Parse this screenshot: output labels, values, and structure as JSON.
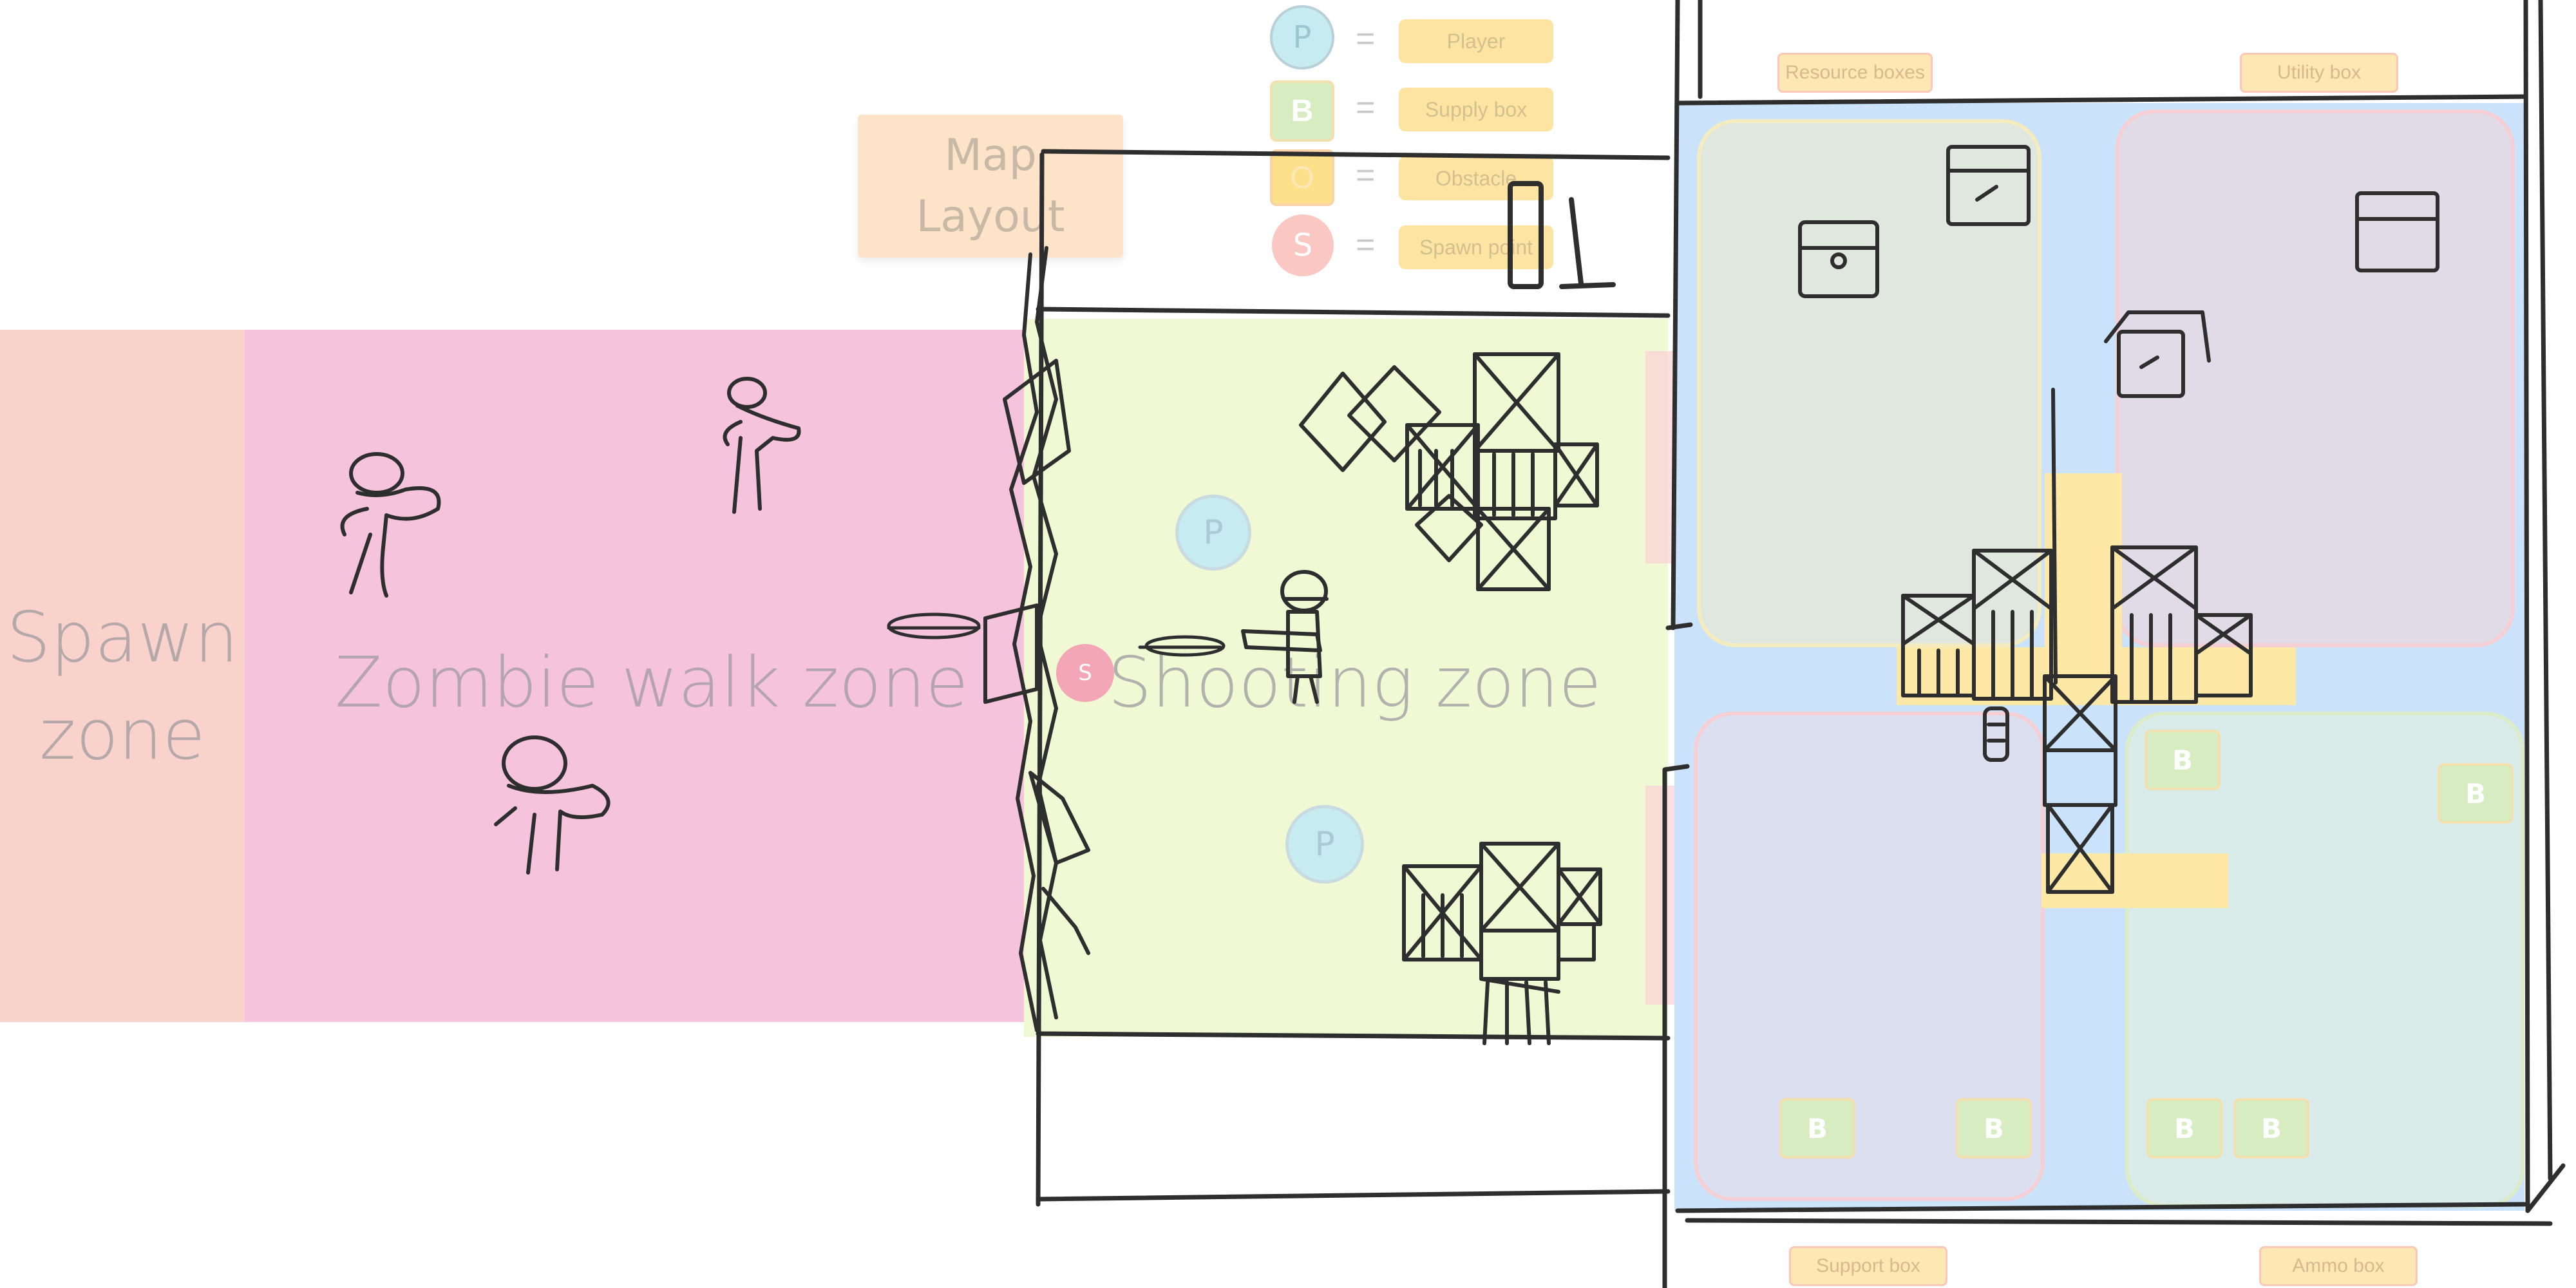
{
  "colors": {
    "spawn_zone": "#f8d2cb",
    "walk_zone": "#f5c3dc",
    "shooting_zone": "#f1f8d4",
    "storage_bg": "#cbe2fb",
    "sticky": "#fde4a2",
    "player": "#c6ecf2",
    "supply": "#d8ecc2",
    "obstacle": "#fde08a",
    "spawn_point": "#fbc7c2"
  },
  "zones": {
    "spawn": "Spawn zone",
    "walk": "Zombie walk zone",
    "shooting": "Shooting zone"
  },
  "map_sticky": "Map Layout",
  "legend": [
    {
      "symbol": "P",
      "name": "Player",
      "icon": "player-marker-icon"
    },
    {
      "symbol": "B",
      "name": "Supply box",
      "icon": "supply-box-icon"
    },
    {
      "symbol": "O",
      "name": "Obstacle",
      "icon": "obstacle-marker-icon"
    },
    {
      "symbol": "S",
      "name": "Spawn point",
      "icon": "spawn-point-icon"
    }
  ],
  "legend_equals": "=",
  "player_markers": [
    "P",
    "P"
  ],
  "spawn_marker": "S",
  "storage": {
    "resource_boxes": "Resource boxes",
    "utility_box": "Utility box",
    "support_box": "Support box",
    "ammo_box": "Ammo box",
    "box_marker": "B"
  }
}
